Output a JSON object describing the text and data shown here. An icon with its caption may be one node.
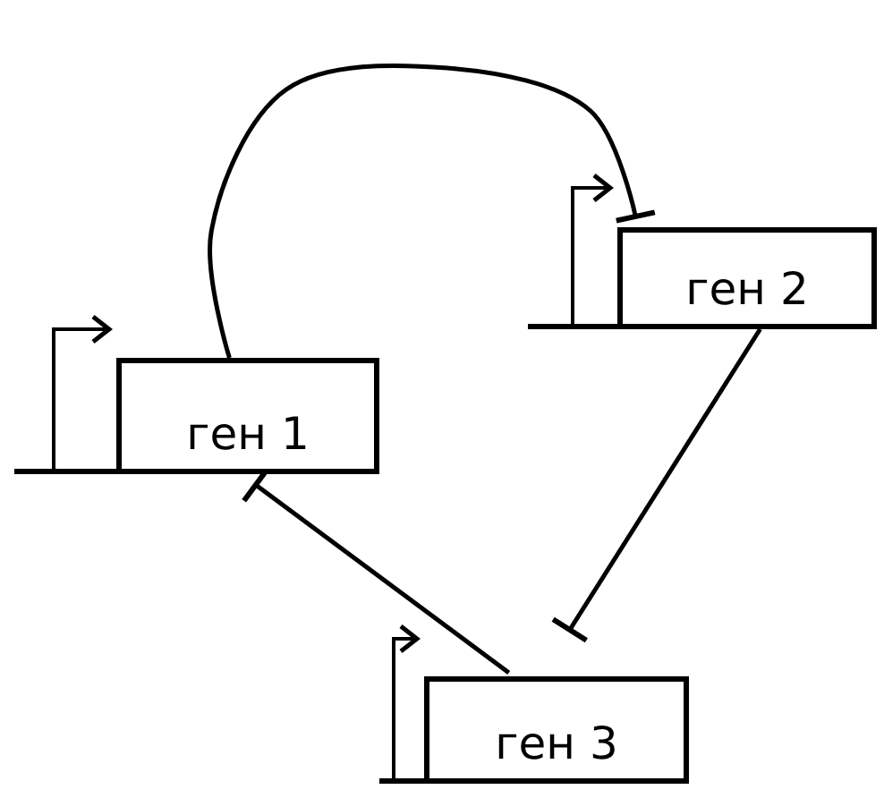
{
  "diagram": {
    "nodes": [
      {
        "text": [
          "ген 1"
        ]
      },
      {
        "text": [
          "ген 2"
        ]
      },
      {
        "text": [
          "ген 3"
        ]
      }
    ],
    "edges": [
      {
        "from": 0,
        "to": 1,
        "arrow": "other"
      },
      {
        "from": 1,
        "to": 2,
        "arrow": "other"
      },
      {
        "from": 2,
        "to": 0,
        "arrow": "other"
      }
    ]
  }
}
